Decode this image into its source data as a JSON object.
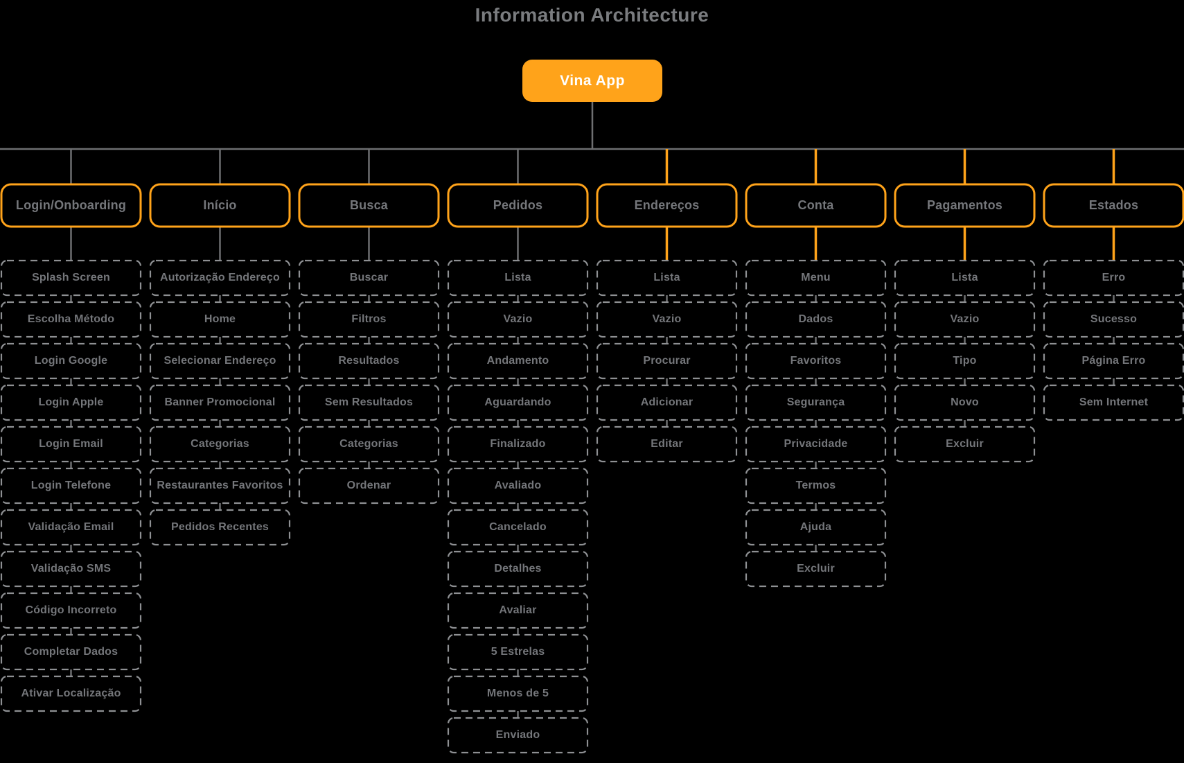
{
  "title": "Information Architecture",
  "root": {
    "label": "Vina App"
  },
  "colors": {
    "background": "#000000",
    "accent_orange": "#FFA31A",
    "connector_gray": "#6E6F71",
    "label_gray": "#74767A",
    "dash_border_gray": "#8E9093",
    "title_gray": "#7A7C7F",
    "root_label_white": "#FFFFFF"
  },
  "columns": [
    {
      "label": "Login/Onboarding",
      "accent_connector": false,
      "children": [
        "Splash Screen",
        "Escolha Método",
        "Login Google",
        "Login Apple",
        "Login Email",
        "Login Telefone",
        "Validação Email",
        "Validação SMS",
        "Código Incorreto",
        "Completar Dados",
        "Ativar Localização"
      ]
    },
    {
      "label": "Início",
      "accent_connector": false,
      "children": [
        "Autorização Endereço",
        "Home",
        "Selecionar Endereço",
        "Banner Promocional",
        "Categorias",
        "Restaurantes Favoritos",
        "Pedidos Recentes"
      ]
    },
    {
      "label": "Busca",
      "accent_connector": false,
      "children": [
        "Buscar",
        "Filtros",
        "Resultados",
        "Sem Resultados",
        "Categorias",
        "Ordenar"
      ]
    },
    {
      "label": "Pedidos",
      "accent_connector": false,
      "children": [
        "Lista",
        "Vazio",
        "Andamento",
        "Aguardando",
        "Finalizado",
        "Avaliado",
        "Cancelado",
        "Detalhes",
        "Avaliar",
        "5 Estrelas",
        "Menos de 5",
        "Enviado"
      ]
    },
    {
      "label": "Endereços",
      "accent_connector": true,
      "children": [
        "Lista",
        "Vazio",
        "Procurar",
        "Adicionar",
        "Editar"
      ]
    },
    {
      "label": "Conta",
      "accent_connector": true,
      "children": [
        "Menu",
        "Dados",
        "Favoritos",
        "Segurança",
        "Privacidade",
        "Termos",
        "Ajuda",
        "Excluir"
      ]
    },
    {
      "label": "Pagamentos",
      "accent_connector": true,
      "children": [
        "Lista",
        "Vazio",
        "Tipo",
        "Novo",
        "Excluir"
      ]
    },
    {
      "label": "Estados",
      "accent_connector": true,
      "children": [
        "Erro",
        "Sucesso",
        "Página Erro",
        "Sem Internet"
      ]
    }
  ]
}
